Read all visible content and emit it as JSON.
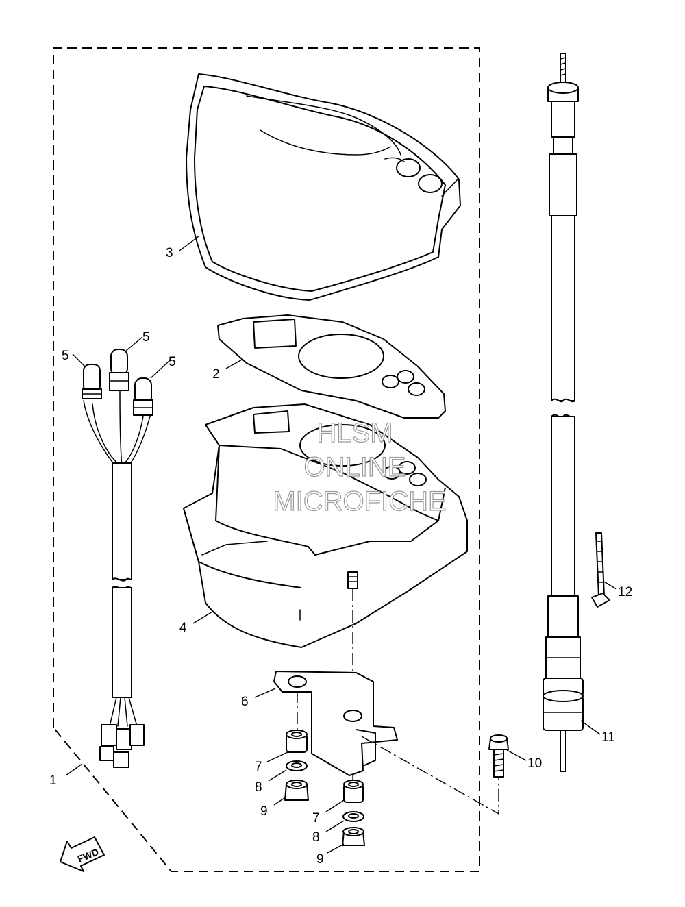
{
  "callouts": {
    "c1": "1",
    "c2": "2",
    "c3": "3",
    "c4": "4",
    "c5a": "5",
    "c5b": "5",
    "c5c": "5",
    "c6": "6",
    "c7a": "7",
    "c7b": "7",
    "c8a": "8",
    "c8b": "8",
    "c9a": "9",
    "c9b": "9",
    "c10": "10",
    "c11": "11",
    "c12": "12"
  },
  "fwd_label": "FWD",
  "watermark": {
    "line1": "HLSM",
    "line2": "ONLINE",
    "line3": "MICROFICHE"
  }
}
